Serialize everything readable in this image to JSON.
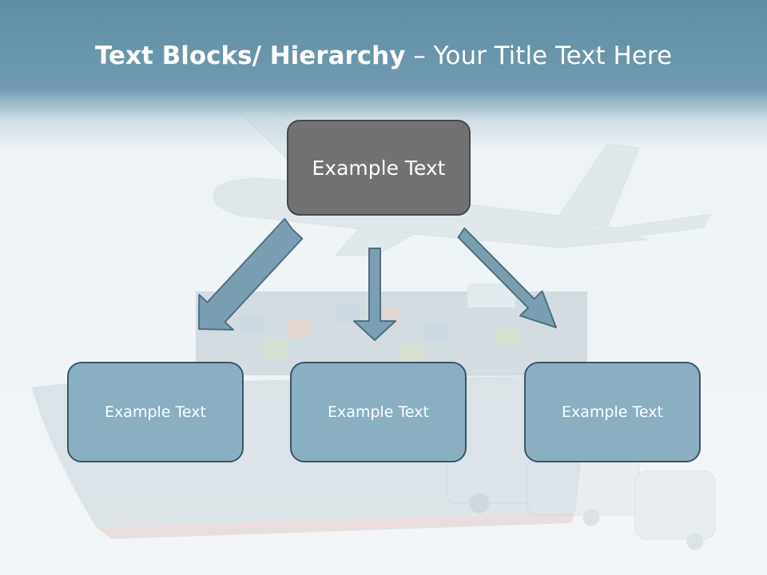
{
  "slide": {
    "title_bold": "Text Blocks/ Hierarchy",
    "title_rest": " – Your Title Text Here"
  },
  "hierarchy": {
    "top": {
      "label": "Example Text"
    },
    "children": [
      {
        "label": "Example Text"
      },
      {
        "label": "Example Text"
      },
      {
        "label": "Example Text"
      }
    ]
  },
  "colors": {
    "header_band": "#6e9ab0",
    "top_box_fill": "#727272",
    "child_box_fill": "#8aafc1",
    "arrow_fill": "#7b9fb2"
  }
}
